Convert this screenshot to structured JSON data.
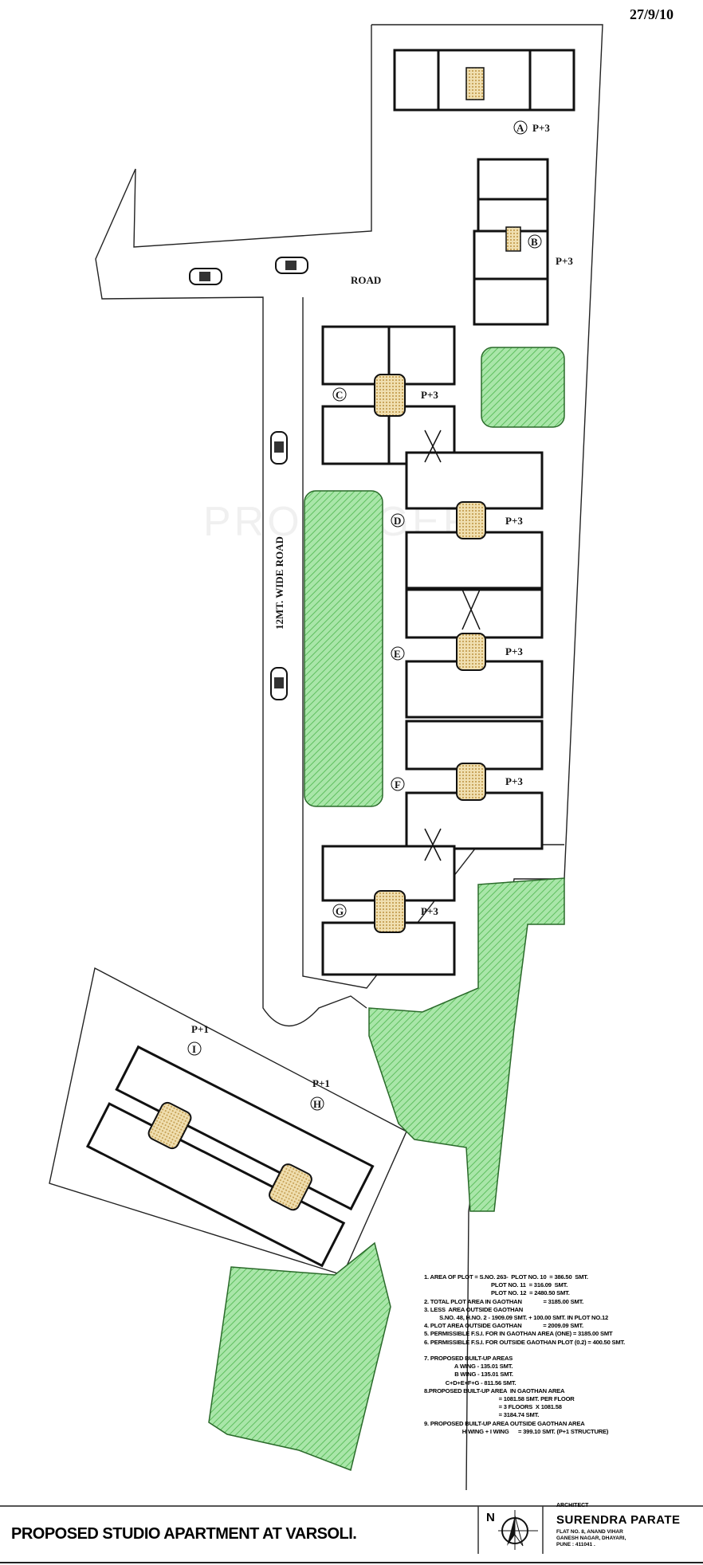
{
  "header": {
    "date": "27/9/10"
  },
  "watermark": "PROPTIGER",
  "site": {
    "road_label": "ROAD",
    "side_road_label": "12MT. WIDE ROAD",
    "buildings": [
      {
        "id": "A",
        "floors": "P+3"
      },
      {
        "id": "B",
        "floors": "P+3"
      },
      {
        "id": "C",
        "floors": "P+3"
      },
      {
        "id": "D",
        "floors": "P+3"
      },
      {
        "id": "E",
        "floors": "P+3"
      },
      {
        "id": "F",
        "floors": "P+3"
      },
      {
        "id": "G",
        "floors": "P+3"
      },
      {
        "id": "I",
        "floors": "P+1"
      },
      {
        "id": "H",
        "floors": "P+1"
      }
    ],
    "colors": {
      "garden": "#8fd98f",
      "staircase": "#e8d39a",
      "outline": "#111111"
    }
  },
  "notes": [
    "1. AREA OF PLOT = S.NO. 263-  PLOT NO. 10  = 386.50  SMT.",
    "                                            PLOT NO. 11  = 316.09  SMT.",
    "                                            PLOT NO. 12  = 2480.50 SMT.",
    "2. TOTAL PLOT AREA IN GAOTHAN              = 3185.00 SMT.",
    "3. LESS  AREA OUTSIDE GAOTHAN",
    "          S.NO. 48, H.NO. 2 - 1909.09 SMT. + 100.00 SMT. IN PLOT NO.12",
    "4. PLOT AREA OUTSIDE GAOTHAN              = 2009.09 SMT.",
    "5. PERMISSIBLE F.S.I. FOR IN GAOTHAN AREA (ONE) = 3185.00 SMT",
    "6. PERMISSIBLE F.S.I. FOR OUTSIDE GAOTHAN PLOT (0.2) = 400.50 SMT.",
    "",
    "7. PROPOSED BUILT-UP AREAS",
    "                    A WING - 135.01 SMT.",
    "                    B WING - 135.01 SMT.",
    "              C+D+E+F+G - 811.56 SMT.",
    "8.PROPOSED BUILT-UP AREA  IN GAOTHAN AREA",
    "                                                 = 1081.58 SMT. PER FLOOR",
    "                                                 = 3 FLOORS  X 1081.58",
    "                                                 = 3184.74 SMT.",
    "9. PROPOSED BUILT-UP AREA OUTSIDE GAOTHAN AREA",
    "                         H WING + I WING      = 399.10 SMT. (P+1 STRUCTURE)"
  ],
  "title_block": {
    "title": "PROPOSED STUDIO APARTMENT  AT VARSOLI.",
    "north": "N",
    "architect_role": "ARCHITECT",
    "architect_name": "SURENDRA PARATE",
    "address": [
      "FLAT NO. 8, ANAND VIHAR",
      "GANESH NAGAR, DHAYARI,",
      "PUNE : 411041 ."
    ]
  }
}
